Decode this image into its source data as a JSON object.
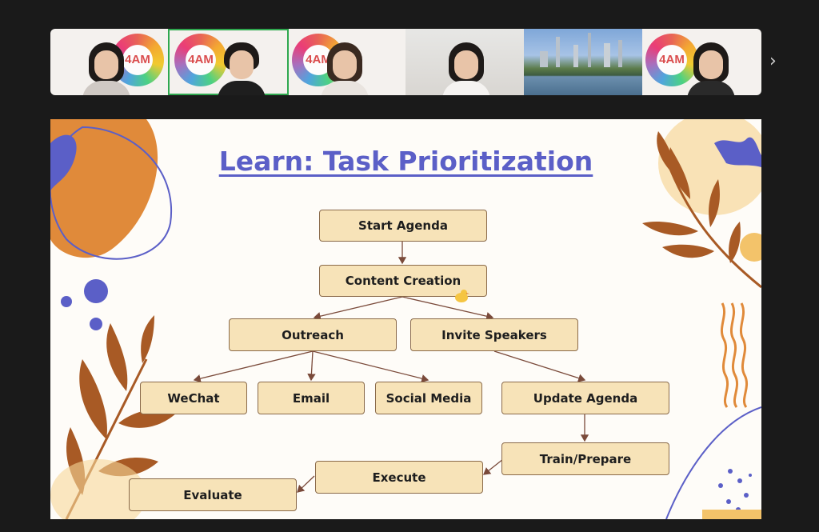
{
  "strip": {
    "tiles": [
      {
        "badge_text": "4AM"
      },
      {
        "badge_text": "4AM"
      },
      {
        "badge_text": "4AM"
      },
      {
        "badge_text": ""
      },
      {
        "badge_text": ""
      },
      {
        "badge_text": "4AM"
      }
    ],
    "next_icon": "chevron-right-icon"
  },
  "slide": {
    "title": "Learn: Task Prioritization",
    "nodes": {
      "start_agenda": "Start Agenda",
      "content_creation": "Content Creation",
      "outreach": "Outreach",
      "invite_speakers": "Invite Speakers",
      "wechat": "WeChat",
      "email": "Email",
      "social_media": "Social Media",
      "update_agenda": "Update Agenda",
      "train_prepare": "Train/Prepare",
      "execute": "Execute",
      "evaluate": "Evaluate"
    },
    "colors": {
      "title": "#5b5fc7",
      "box_fill": "#f7e3b8",
      "box_border": "#8a6a4a",
      "arrow": "#7a4a3a",
      "accent_orange": "#e08a3a",
      "accent_purple": "#5b5fc7",
      "leaf_brown": "#a85a25"
    }
  }
}
